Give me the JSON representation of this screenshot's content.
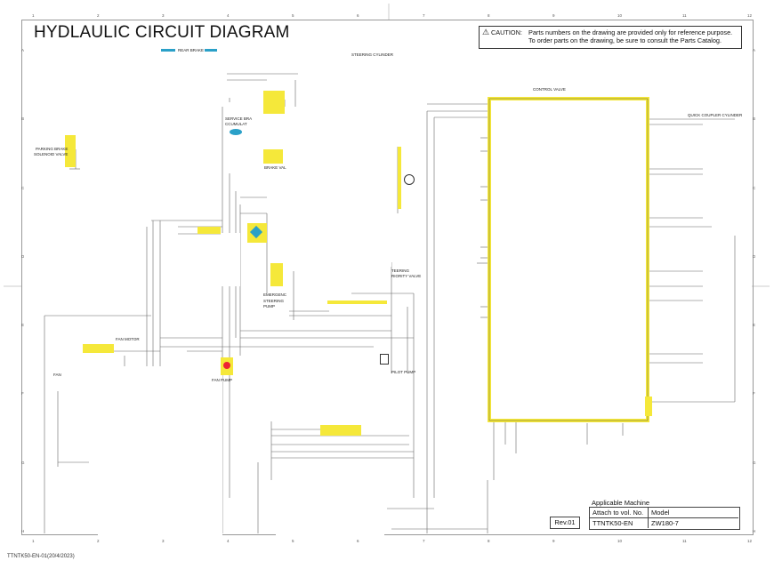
{
  "title": "HYDLAULIC CIRCUIT DIAGRAM",
  "caution": {
    "symbol": "⚠",
    "label": "CAUTION:",
    "line1": "Parts numbers on the drawing are provided only for reference purpose.",
    "line2": "To order parts on the drawing, be sure to consult the Parts Catalog."
  },
  "labels": {
    "rear_brake": "REAR BRAKE",
    "steering_cylinder": "STEERING CYLINDER",
    "control_valve": "CONTROL VALVE",
    "quick_coupler_cylinder": "QUICK COUPLER CYLINDER",
    "parking_brake_solenoid_valve_1": "PARKING BRAKE",
    "parking_brake_solenoid_valve_2": "SOLENOID VALVE",
    "service_brake_1": "SERVICE BRA",
    "service_brake_2": "CCUMULAT",
    "brake_valve": "BRAKE VAL",
    "emergency_steering_1": "EMERGENC",
    "emergency_steering_2": "STEERING",
    "emergency_steering_3": "PUMP",
    "steering_priority_1": "TEERING",
    "steering_priority_2": "RIORITY VALVE",
    "fan_motor": "FAN MOTOR",
    "fan": "FAN",
    "fan_pump": "FAN PUMP",
    "pilot_pump": "PILOT PUMP"
  },
  "title_block": {
    "applicable_machine": "Applicable Machine",
    "attach_label": "Attach to vol. No.",
    "model_label": "Model",
    "attach_value": "TTNTK50-EN",
    "model_value": "ZW180-7",
    "rev": "Rev.01"
  },
  "footer": "TTNTK50-EN-01(20/4/2023)",
  "grid": {
    "columns": [
      "1",
      "2",
      "3",
      "4",
      "5",
      "6",
      "7",
      "8",
      "9",
      "10",
      "11",
      "12"
    ],
    "rows": [
      "A",
      "B",
      "C",
      "D",
      "E",
      "F",
      "G",
      "H"
    ]
  },
  "colors": {
    "highlight": "#f5e83a",
    "line": "#555555",
    "accent_blue": "#2aa0c8"
  }
}
